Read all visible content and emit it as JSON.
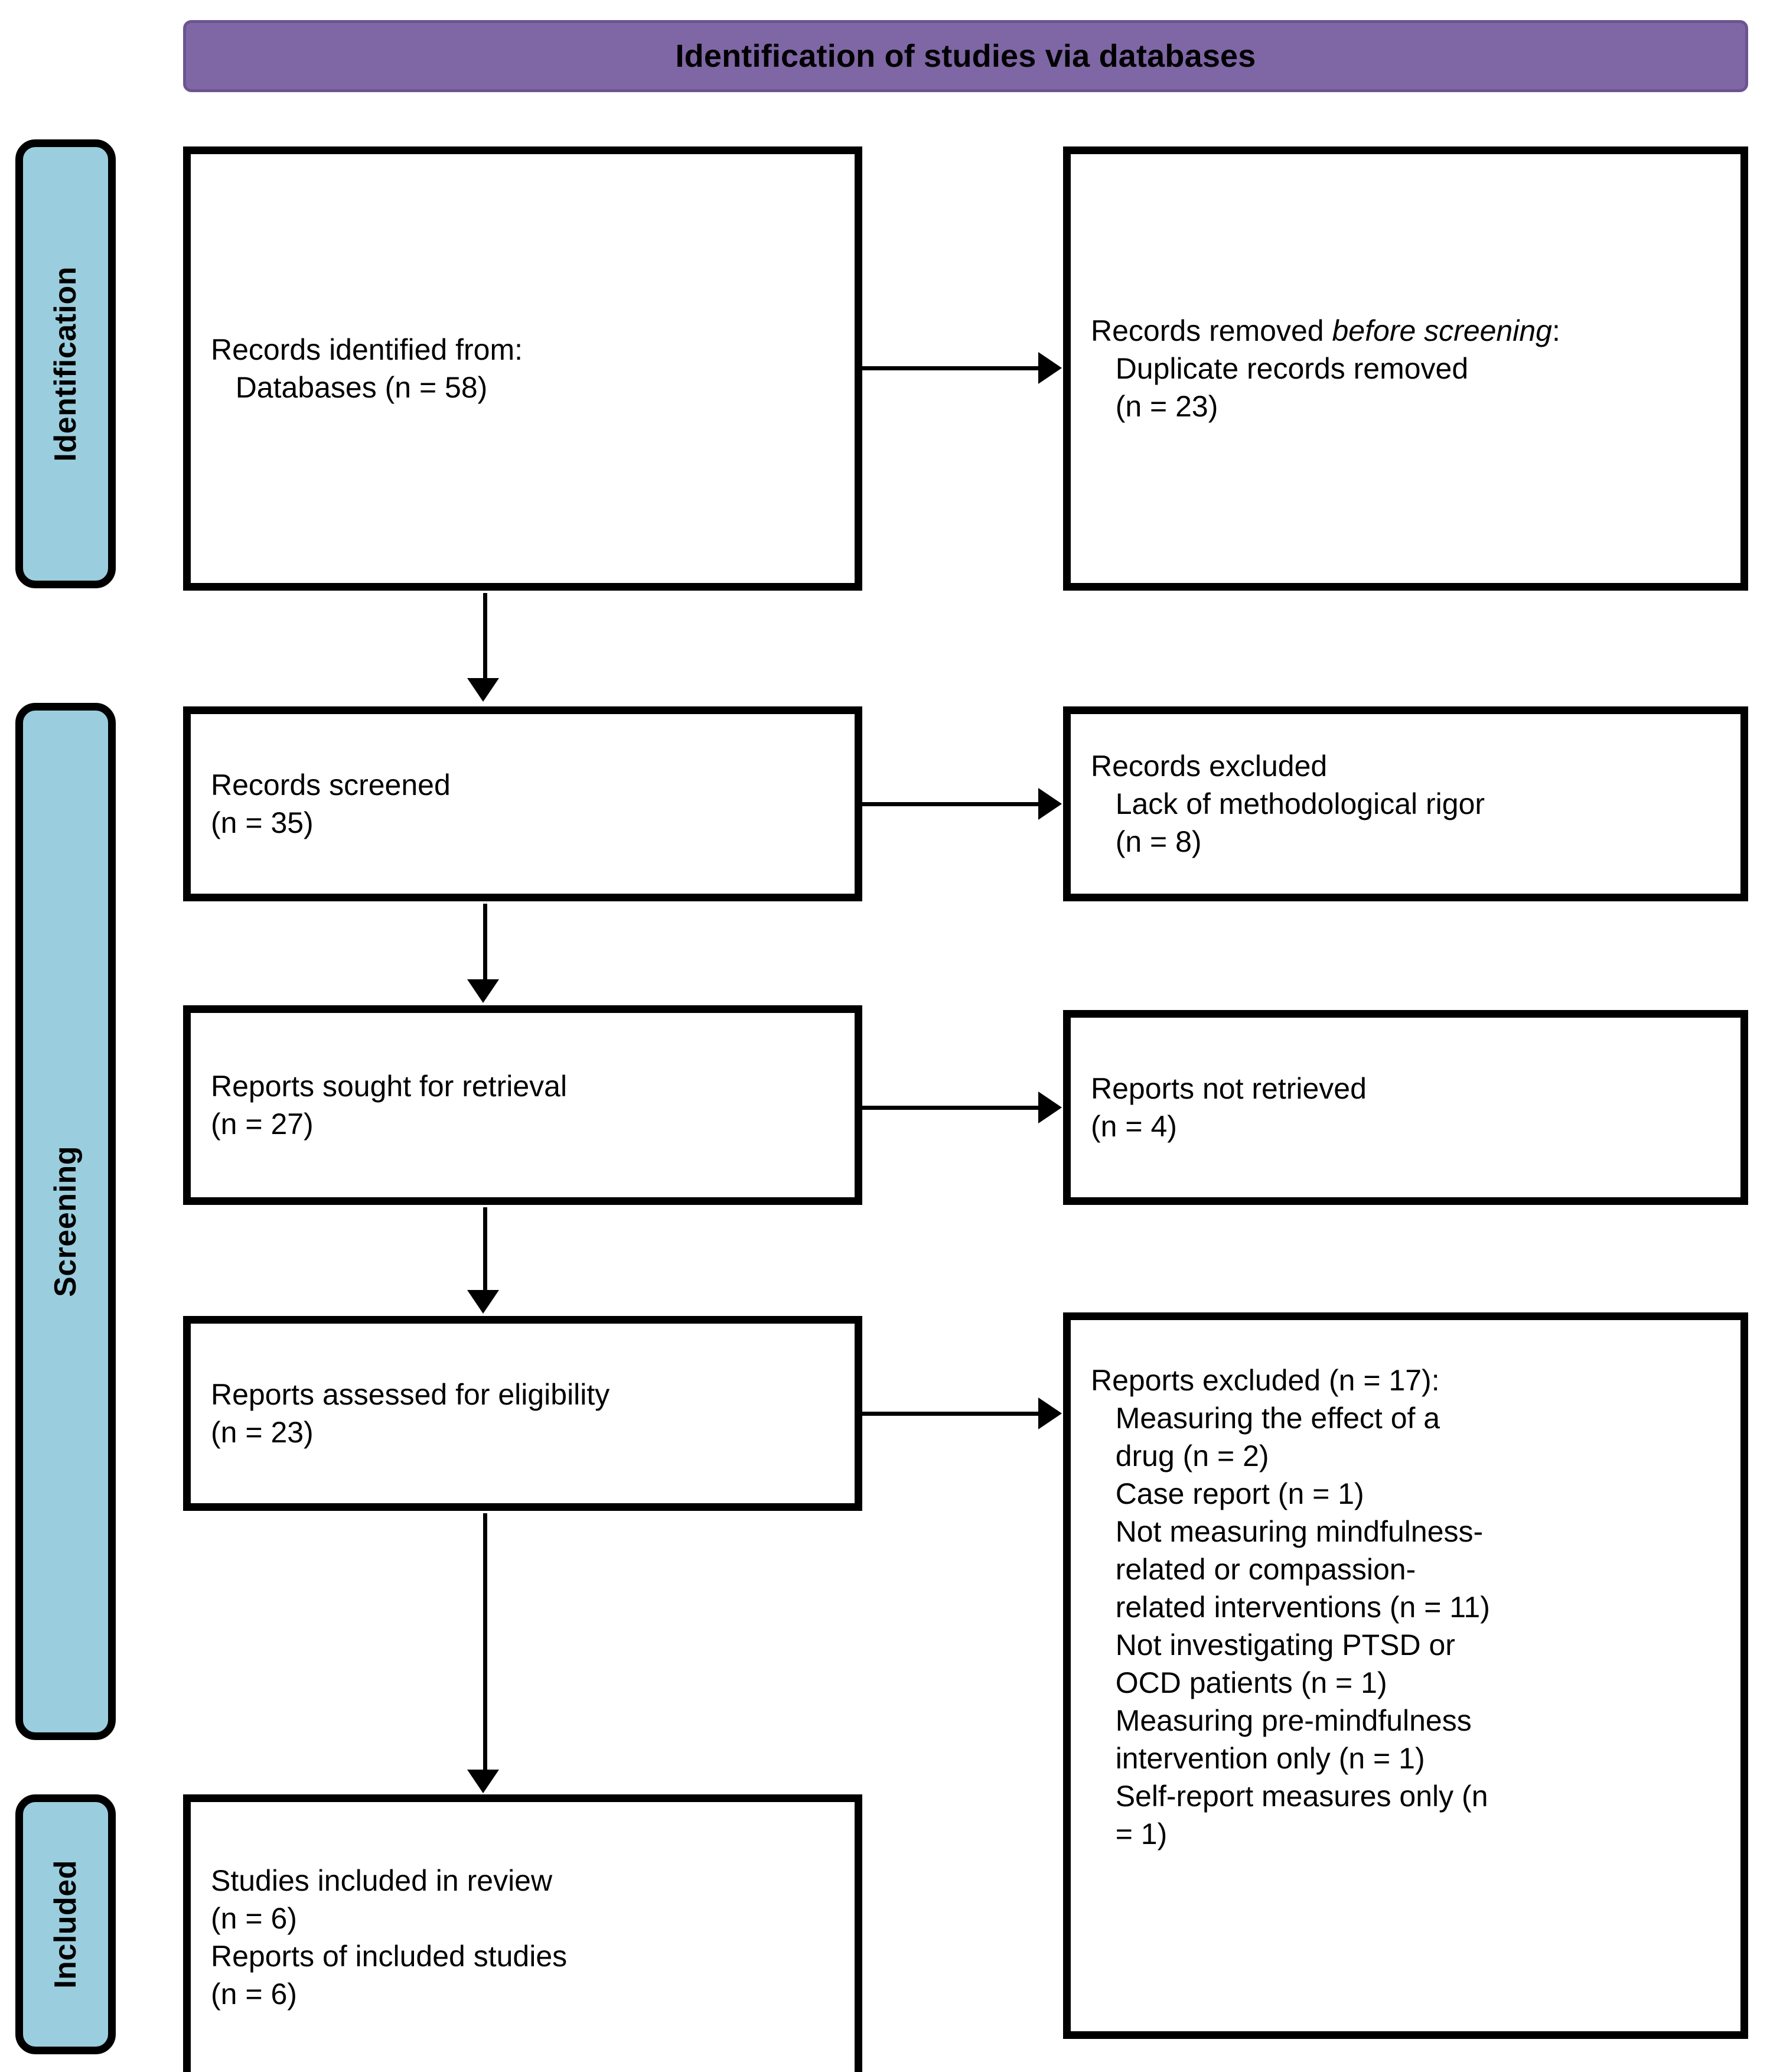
{
  "banner": {
    "title": "Identification of studies via databases"
  },
  "colors": {
    "banner_purple": "#7F66A5",
    "banner_border_purple": "#6B5590",
    "stage_blue": "#9ACEDE",
    "box_border": "#000000",
    "text": "#000000"
  },
  "stages": [
    {
      "key": "identification",
      "label": "Identification"
    },
    {
      "key": "screening",
      "label": "Screening"
    },
    {
      "key": "included",
      "label": "Included"
    }
  ],
  "boxes": {
    "identified": {
      "text": "Records identified from:\n   Databases (n = 58)"
    },
    "removed": {
      "line1_prefix": "Records removed ",
      "line1_italic": "before screening",
      "line1_suffix": ":",
      "rest": "   Duplicate records removed\n   (n = 23)"
    },
    "screened": {
      "text": "Records screened\n(n = 35)"
    },
    "excluded_screening": {
      "text": "Records excluded\n   Lack of methodological rigor\n   (n = 8)"
    },
    "sought": {
      "text": "Reports sought for retrieval\n(n = 27)"
    },
    "not_retrieved": {
      "text": "Reports not retrieved\n(n = 4)"
    },
    "assessed": {
      "text": "Reports assessed for eligibility\n(n = 23)"
    },
    "excluded_eligibility": {
      "text": "Reports excluded (n = 17):\n   Measuring the effect of a\n   drug (n = 2)\n   Case report (n = 1)\n   Not measuring mindfulness-\n   related or compassion-\n   related interventions (n = 11)\n   Not investigating PTSD or\n   OCD patients (n = 1)\n   Measuring pre-mindfulness\n   intervention only (n = 1)\n   Self-report measures only (n\n   = 1)"
    },
    "included": {
      "text": "Studies included in review\n(n = 6)\nReports of included studies\n(n = 6)"
    }
  },
  "counts": {
    "databases_identified": 58,
    "duplicates_removed": 23,
    "records_screened": 35,
    "records_excluded_rigor": 8,
    "reports_sought": 27,
    "reports_not_retrieved": 4,
    "reports_assessed": 23,
    "reports_excluded_total": 17,
    "excluded_drug_effect": 2,
    "excluded_case_report": 1,
    "excluded_not_mindfulness": 11,
    "excluded_not_ptsd_ocd": 1,
    "excluded_pre_only": 1,
    "excluded_self_report_only": 1,
    "studies_included": 6,
    "reports_included": 6
  }
}
